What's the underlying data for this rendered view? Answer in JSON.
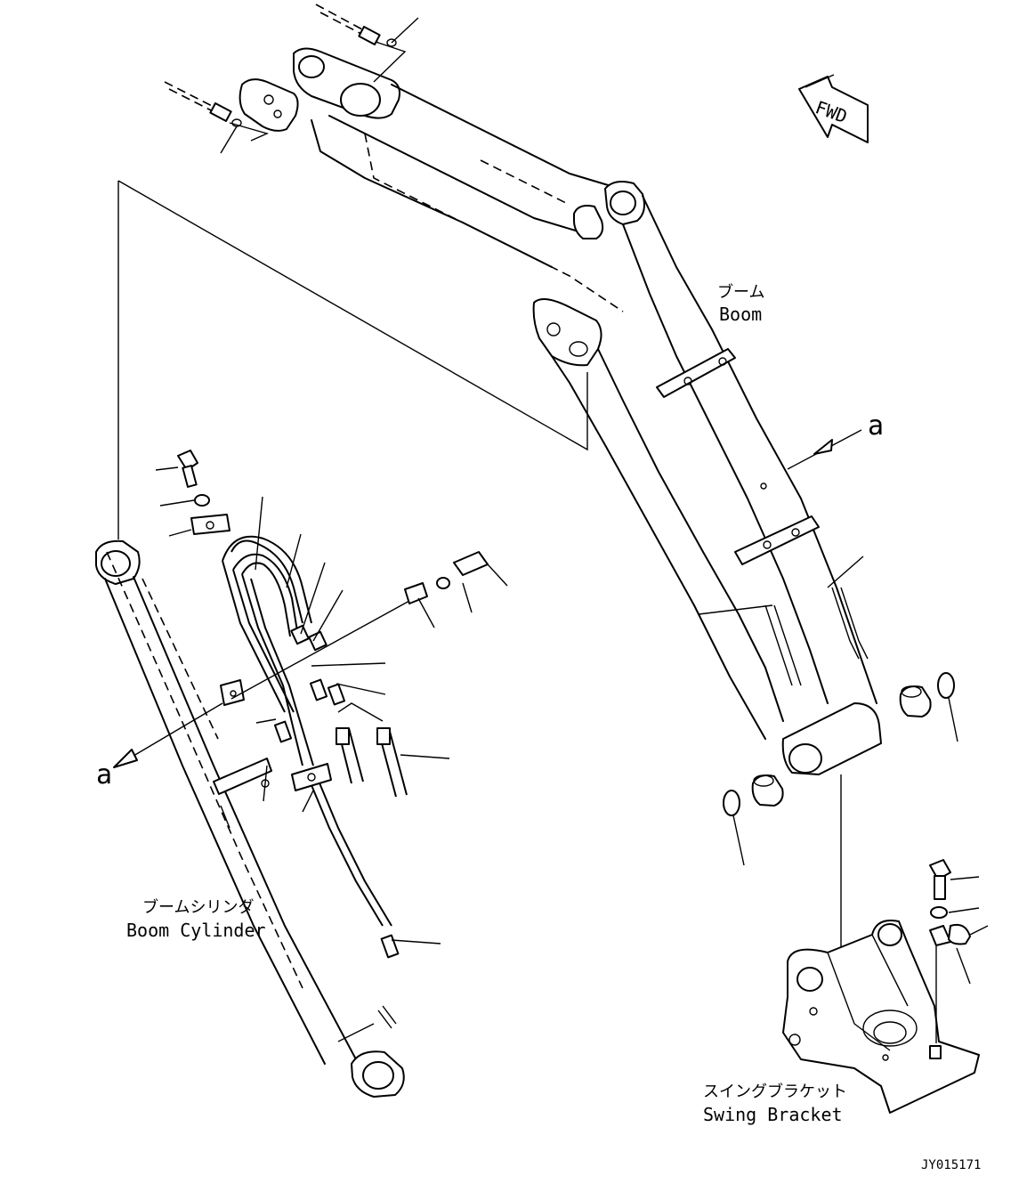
{
  "labels": {
    "boom_jp": "ブーム",
    "boom_en": "Boom",
    "boom_cylinder_jp": "ブームシリンダ",
    "boom_cylinder_en": "Boom Cylinder",
    "swing_bracket_jp": "スイングブラケット",
    "swing_bracket_en": "Swing Bracket",
    "fwd": "FWD",
    "view_a_top": "a",
    "view_a_left": "a",
    "drawing_id": "JY015171"
  }
}
